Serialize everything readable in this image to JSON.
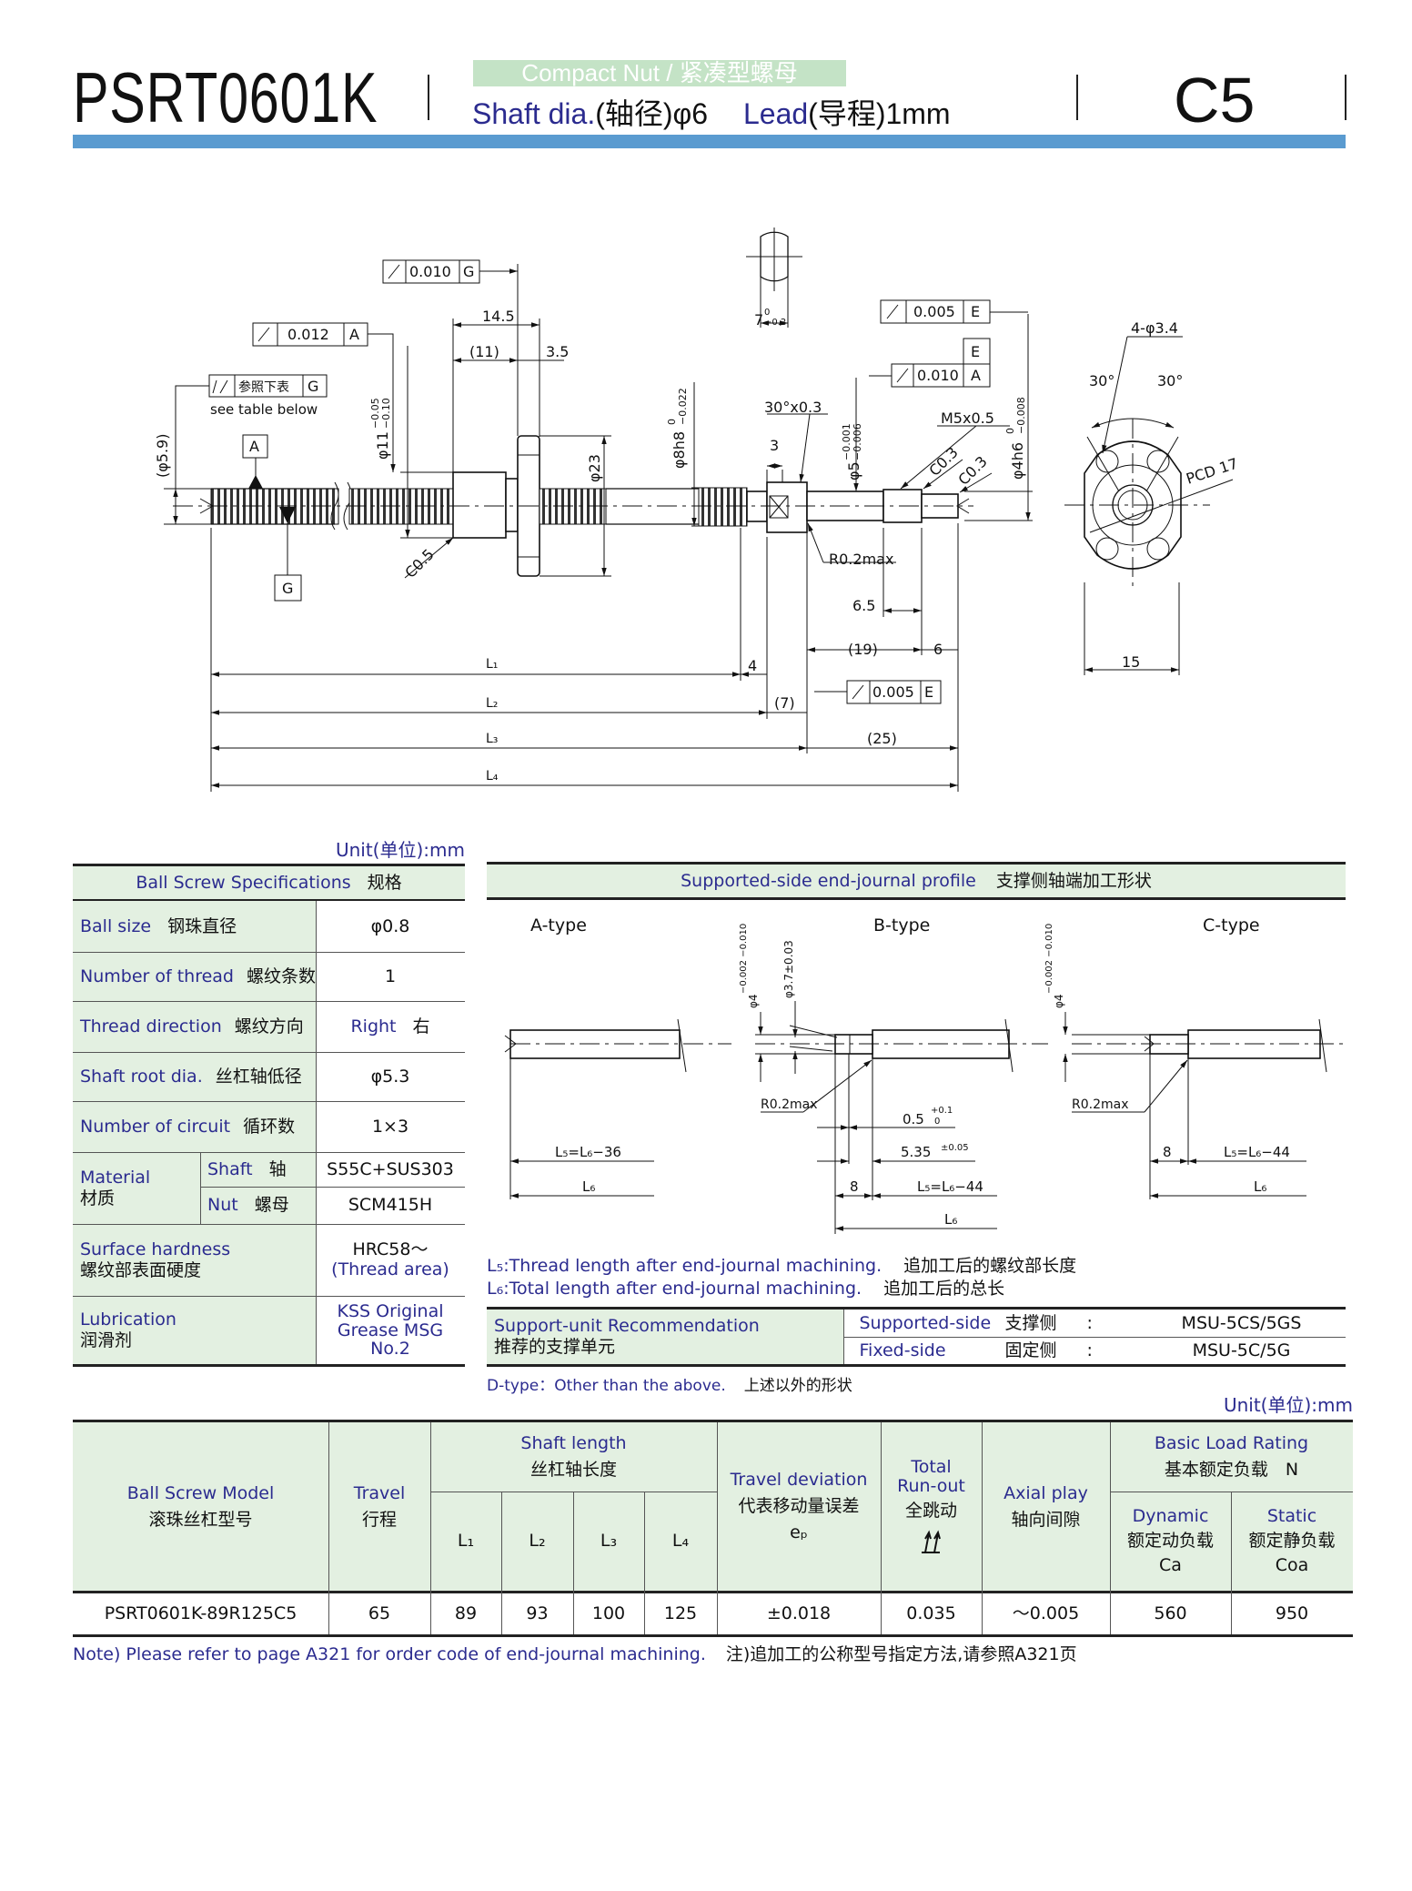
{
  "header": {
    "model": "PSRT0601K",
    "badge": "Compact Nut / 紧凑型螺母",
    "shaft_dia_en": "Shaft dia.",
    "shaft_dia_zh": "(轴径)φ6",
    "lead_en": "Lead",
    "lead_zh": "(导程)1mm",
    "grade": "C5",
    "colors": {
      "bar": "#5a9bd0",
      "badge": "#c4e3c6",
      "navy": "#2b2b8f",
      "cell": "#e3f0e1"
    }
  },
  "drawing": {
    "gdt1": {
      "value": "0.010",
      "datum": "G"
    },
    "gdt2": {
      "value": "0.012",
      "datum": "A"
    },
    "gdt3": {
      "value": "参照下表",
      "datum": "G",
      "note": "see table below"
    },
    "gdt4": {
      "value": "0.005",
      "datum": "E"
    },
    "gdt5": {
      "value": "0.010",
      "datum": "A",
      "datum2": "E"
    },
    "gdt6": {
      "value": "0.005",
      "datum": "E"
    },
    "datum_a": "A",
    "datum_g": "G",
    "dims": {
      "d145": "14.5",
      "d11": "(11)",
      "d35": "3.5",
      "phi11": "φ11",
      "phi11_tol_u": "−0.05",
      "phi11_tol_l": "−0.10",
      "phi23": "φ23",
      "phi8": "φ8h8",
      "phi8_tol_u": "0",
      "phi8_tol_l": "−0.022",
      "phi59": "(φ5.9)",
      "c05": "C0.5",
      "flat": "7",
      "flat_tol_u": "0",
      "flat_tol_l": "−0.2",
      "chamfer": "30°x0.3",
      "d3": "3",
      "phi5": "φ5",
      "phi5_tol_u": "−0.001",
      "phi5_tol_l": "−0.006",
      "m5": "M5x0.5",
      "c03a": "C0.3",
      "c03b": "C0.3",
      "phi4h6": "φ4h6",
      "phi4h6_tol_u": "0",
      "phi4h6_tol_l": "−0.008",
      "r02": "R0.2max",
      "d65": "6.5",
      "d19": "(19)",
      "d6": "6",
      "d4": "4",
      "d7": "(7)",
      "d25": "(25)",
      "L1": "L₁",
      "L2": "L₂",
      "L3": "L₃",
      "L4": "L₄",
      "holes": "4-φ3.4",
      "ang1": "30°",
      "ang2": "30°",
      "pcd": "PCD 17",
      "d15": "15"
    }
  },
  "spec": {
    "unit": "Unit(单位):mm",
    "title_en": "Ball Screw Specifications",
    "title_zh": "规格",
    "rows": [
      {
        "en": "Ball size",
        "zh": "钢珠直径",
        "value": "φ0.8"
      },
      {
        "en": "Number of thread",
        "zh": "螺纹条数",
        "value": "1"
      },
      {
        "en": "Thread direction",
        "zh": "螺纹方向",
        "value_en": "Right",
        "value_zh": "右"
      },
      {
        "en": "Shaft root dia.",
        "zh": "丝杠轴低径",
        "value": "φ5.3"
      },
      {
        "en": "Number of circuit",
        "zh": "循环数",
        "value": "1×3"
      }
    ],
    "material": {
      "en": "Material",
      "zh": "材质",
      "shaft_en": "Shaft",
      "shaft_zh": "轴",
      "shaft_value": "S55C+SUS303",
      "nut_en": "Nut",
      "nut_zh": "螺母",
      "nut_value": "SCM415H"
    },
    "hardness": {
      "en": "Surface hardness",
      "zh": "螺纹部表面硬度",
      "value1": "HRC58～",
      "value2": "(Thread area)"
    },
    "lubrication": {
      "en": "Lubrication",
      "zh": "润滑剂",
      "value1": "KSS Original",
      "value2": "Grease MSG",
      "value3": "No.2"
    }
  },
  "journal": {
    "title_en": "Supported-side end-journal profile",
    "title_zh": "支撑侧轴端加工形状",
    "a_type": "A-type",
    "b_type": "B-type",
    "c_type": "C-type",
    "a_l5": "L₅=L₆−36",
    "a_l6": "L₆",
    "b_phi4": "φ4",
    "b_phi4_tol": "−0.002 −0.010",
    "b_phi37": "φ3.7±0.03",
    "b_r02": "R0.2max",
    "b_d05": "0.5",
    "b_d05_tol_u": "+0.1",
    "b_d05_tol_l": "0",
    "b_d535": "5.35",
    "b_d535_tol": "±0.05",
    "b_d8": "8",
    "b_l5": "L₅=L₆−44",
    "b_l6": "L₆",
    "c_phi4": "φ4",
    "c_phi4_tol": "−0.002 −0.010",
    "c_r02": "R0.2max",
    "c_d8": "8",
    "c_l5": "L₅=L₆−44",
    "c_l6": "L₆",
    "note_l5_label": "L₅:",
    "note_l5_en": "Thread length after end-journal machining.",
    "note_l5_zh": "追加工后的螺纹部长度",
    "note_l6_label": "L₆:",
    "note_l6_en": "Total length after end-journal machining.",
    "note_l6_zh": "追加工后的总长",
    "support": {
      "title_en": "Support-unit Recommendation",
      "title_zh": "推荐的支撑单元",
      "supported_en": "Supported-side",
      "supported_zh": "支撑侧",
      "supported_value": "MSU-5CS/5GS",
      "fixed_en": "Fixed-side",
      "fixed_zh": "固定侧",
      "fixed_value": "MSU-5C/5G",
      "colon": ":"
    },
    "dtype_en": "D-type：Other than the above.",
    "dtype_zh": "上述以外的形状"
  },
  "model_table": {
    "unit": "Unit(单位):mm",
    "headers": {
      "model_en": "Ball Screw Model",
      "model_zh": "滚珠丝杠型号",
      "travel_en": "Travel",
      "travel_zh": "行程",
      "shaft_en": "Shaft length",
      "shaft_zh": "丝杠轴长度",
      "L1": "L₁",
      "L2": "L₂",
      "L3": "L₃",
      "L4": "L₄",
      "dev_en": "Travel deviation",
      "dev_zh": "代表移动量误差",
      "dev_sym": "eₚ",
      "runout_en1": "Total",
      "runout_en2": "Run-out",
      "runout_zh": "全跳动",
      "axial_en": "Axial play",
      "axial_zh": "轴向间隙",
      "load_en": "Basic Load Rating",
      "load_zh": "基本额定负载　N",
      "dyn_en": "Dynamic",
      "dyn_zh": "额定动负载",
      "dyn_sym": "Ca",
      "sta_en": "Static",
      "sta_zh": "额定静负载",
      "sta_sym": "Coa"
    },
    "rows": [
      {
        "model": "PSRT0601K-89R125C5",
        "travel": "65",
        "L1": "89",
        "L2": "93",
        "L3": "100",
        "L4": "125",
        "dev": "±0.018",
        "runout": "0.035",
        "axial": "～0.005",
        "dynamic": "560",
        "static": "950"
      }
    ]
  },
  "note": {
    "en": "Note) Please refer to page A321 for order code of end-journal machining.",
    "zh": "注)追加工的公称型号指定方法,请参照A321页"
  }
}
